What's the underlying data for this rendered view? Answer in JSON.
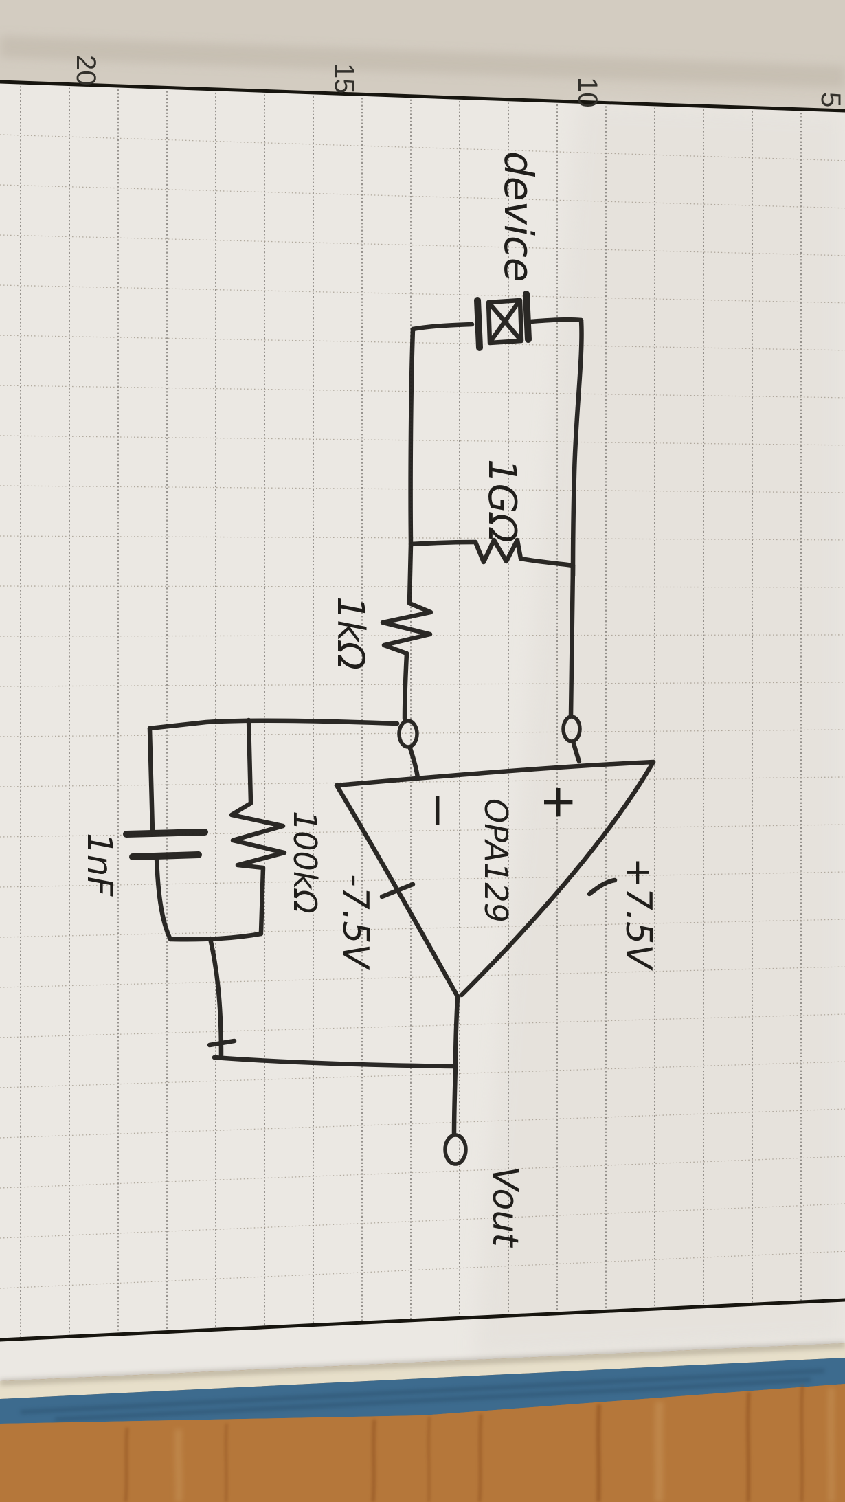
{
  "ruler": {
    "marks": [
      "20",
      "15",
      "10",
      "5"
    ]
  },
  "labels": {
    "device": "device",
    "r_1g": "1GΩ",
    "r_1k": "1kΩ",
    "r_100k": "100kΩ",
    "c_1n": "1nF",
    "opamp": "OPA129",
    "plus": "+",
    "minus": "−",
    "v_pos": "+7.5V",
    "v_neg": "-7.5V",
    "v_out": "Vout"
  },
  "colors": {
    "ink": "#201e1b",
    "border_ink": "#17150f",
    "ruler_text": "#33312c",
    "paper": "#ebe8e3",
    "paper_shade": "#e2ded8",
    "grid_vertical": "#6f6b66",
    "grid_horizontal": "#a59c8f",
    "margin_beige": "#d3ccc1",
    "margin_beige_dark": "#c3bbae",
    "page_edge_cream": "#e7dfca",
    "cover_blue": "#3d6b8e",
    "cover_blue_dark": "#2f5674",
    "desk_wood": "#b5773a",
    "wood_grain": "#8a4c1d",
    "wood_light": "#c9975c"
  }
}
